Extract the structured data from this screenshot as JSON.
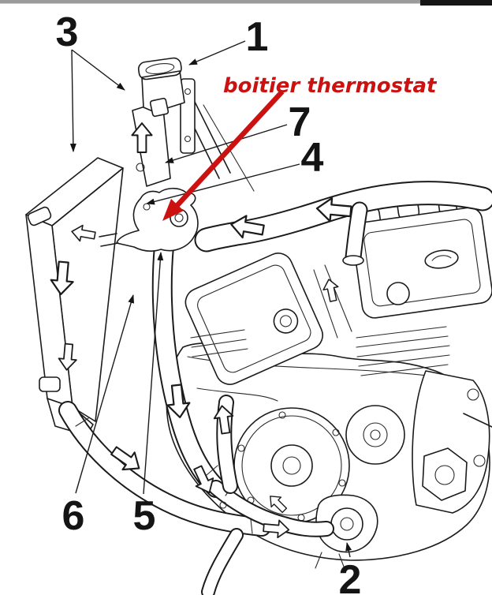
{
  "page": {
    "background": "#ffffff"
  },
  "top_bar": {
    "gray_color": "#9b9b9b",
    "dark_color": "#161616"
  },
  "annotation": {
    "label": "boitier thermostat",
    "color": "#cc1111"
  },
  "callouts": [
    {
      "label": "1"
    },
    {
      "label": "2"
    },
    {
      "label": "3"
    },
    {
      "label": "4"
    },
    {
      "label": "5"
    },
    {
      "label": "6"
    },
    {
      "label": "7"
    }
  ]
}
